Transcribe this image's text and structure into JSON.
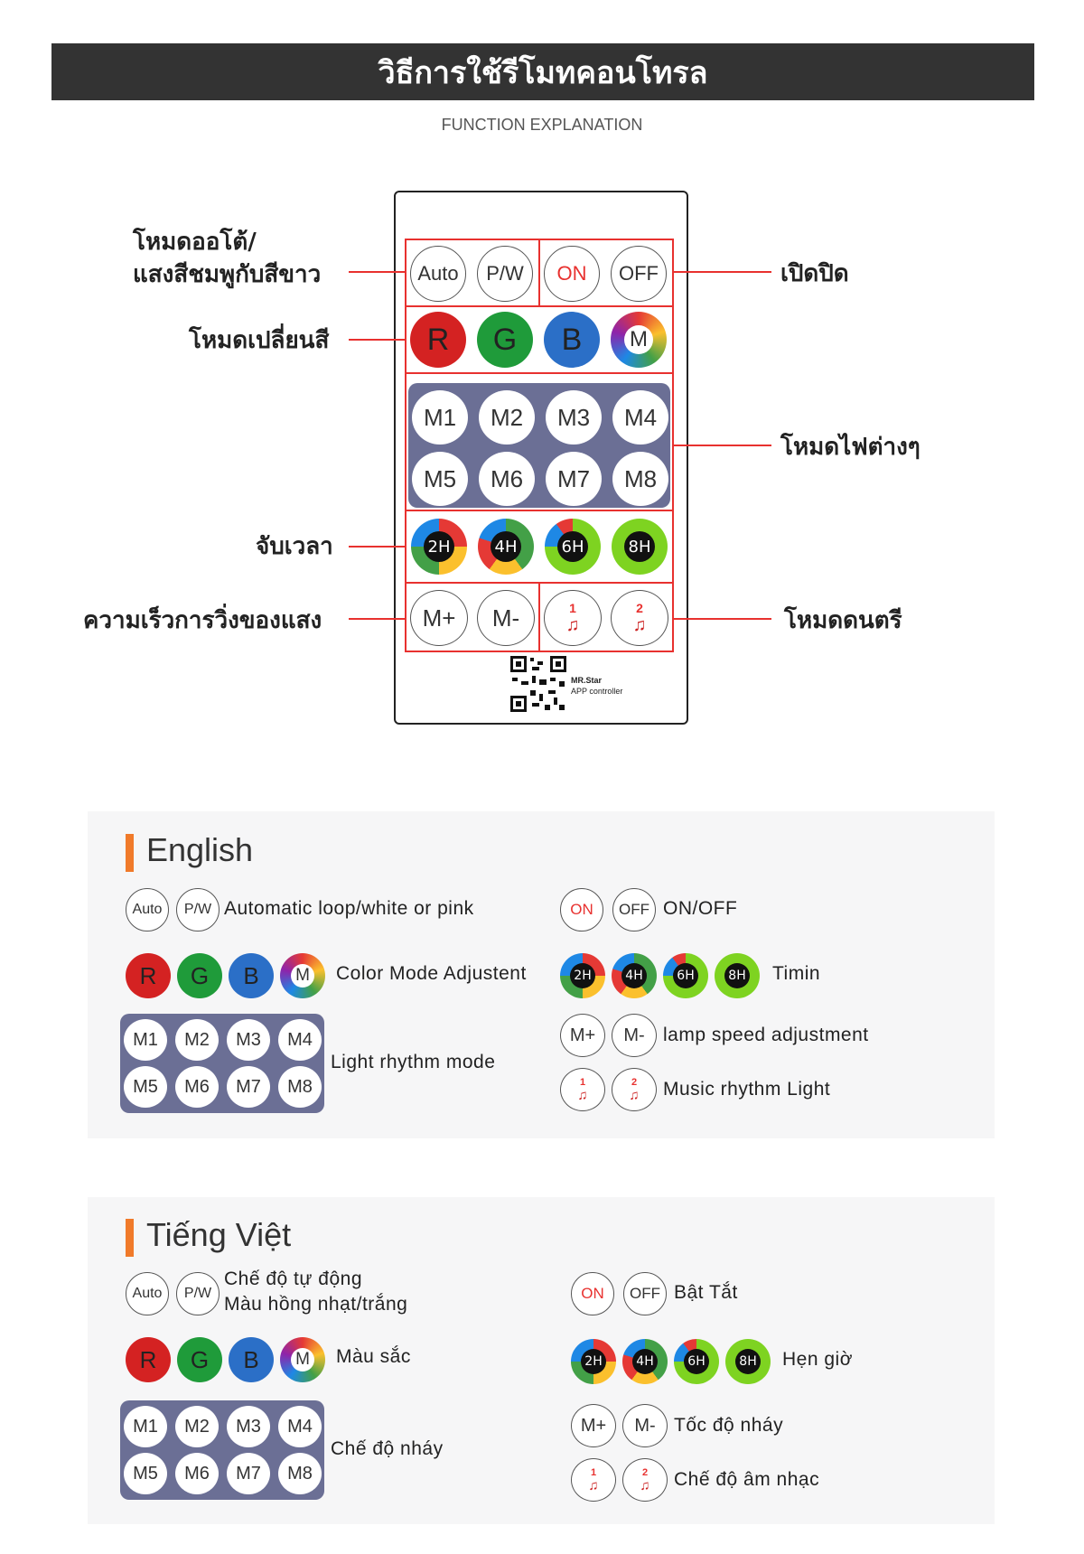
{
  "header": {
    "title": "วิธีการใช้รีโมทคอนโทรล",
    "subtitle": "FUNCTION EXPLANATION"
  },
  "remote": {
    "row1": [
      "Auto",
      "P/W",
      "ON",
      "OFF"
    ],
    "row2": [
      "R",
      "G",
      "B",
      "M"
    ],
    "modes": [
      "M1",
      "M2",
      "M3",
      "M4",
      "M5",
      "M6",
      "M7",
      "M8"
    ],
    "timers": [
      "2H",
      "4H",
      "6H",
      "8H"
    ],
    "speed": [
      "M+",
      "M-"
    ],
    "music": [
      "1",
      "2"
    ],
    "qr_brand": "MR.Star",
    "qr_caption": "APP controller"
  },
  "callouts": {
    "auto_line1": "โหมดออโต้/",
    "auto_line2": "แสงสีชมพูกับสีขาว",
    "onoff": "เปิดปิด",
    "color": "โหมดเปลี่ยนสี",
    "modes": "โหมดไฟต่างๆ",
    "timer": "จับเวลา",
    "speed": "ความเร็วการวิ่งของแสง",
    "music": "โหมดดนตรี"
  },
  "english": {
    "title": "English",
    "auto": "Automatic loop/white or pink",
    "onoff": "ON/OFF",
    "color": "Color Mode Adjustent",
    "timer": "Timin",
    "modes": "Light rhythm mode",
    "speed": "lamp speed adjustment",
    "music": "Music rhythm Light"
  },
  "vietnamese": {
    "title": "Tiếng Việt",
    "auto_line1": "Chế độ tự động",
    "auto_line2": "Màu hồng nhạt/trắng",
    "onoff": "Bật Tắt",
    "color": "Màu sắc",
    "timer": "Hẹn giờ",
    "modes": "Chế độ nháy",
    "speed": "Tốc độ nháy",
    "music": "Chế độ âm nhạc"
  },
  "colors": {
    "accent_red": "#e8312f",
    "orange_bar": "#f07a2a",
    "header_bg": "#333333",
    "panel_purple": "#6b6f95"
  }
}
